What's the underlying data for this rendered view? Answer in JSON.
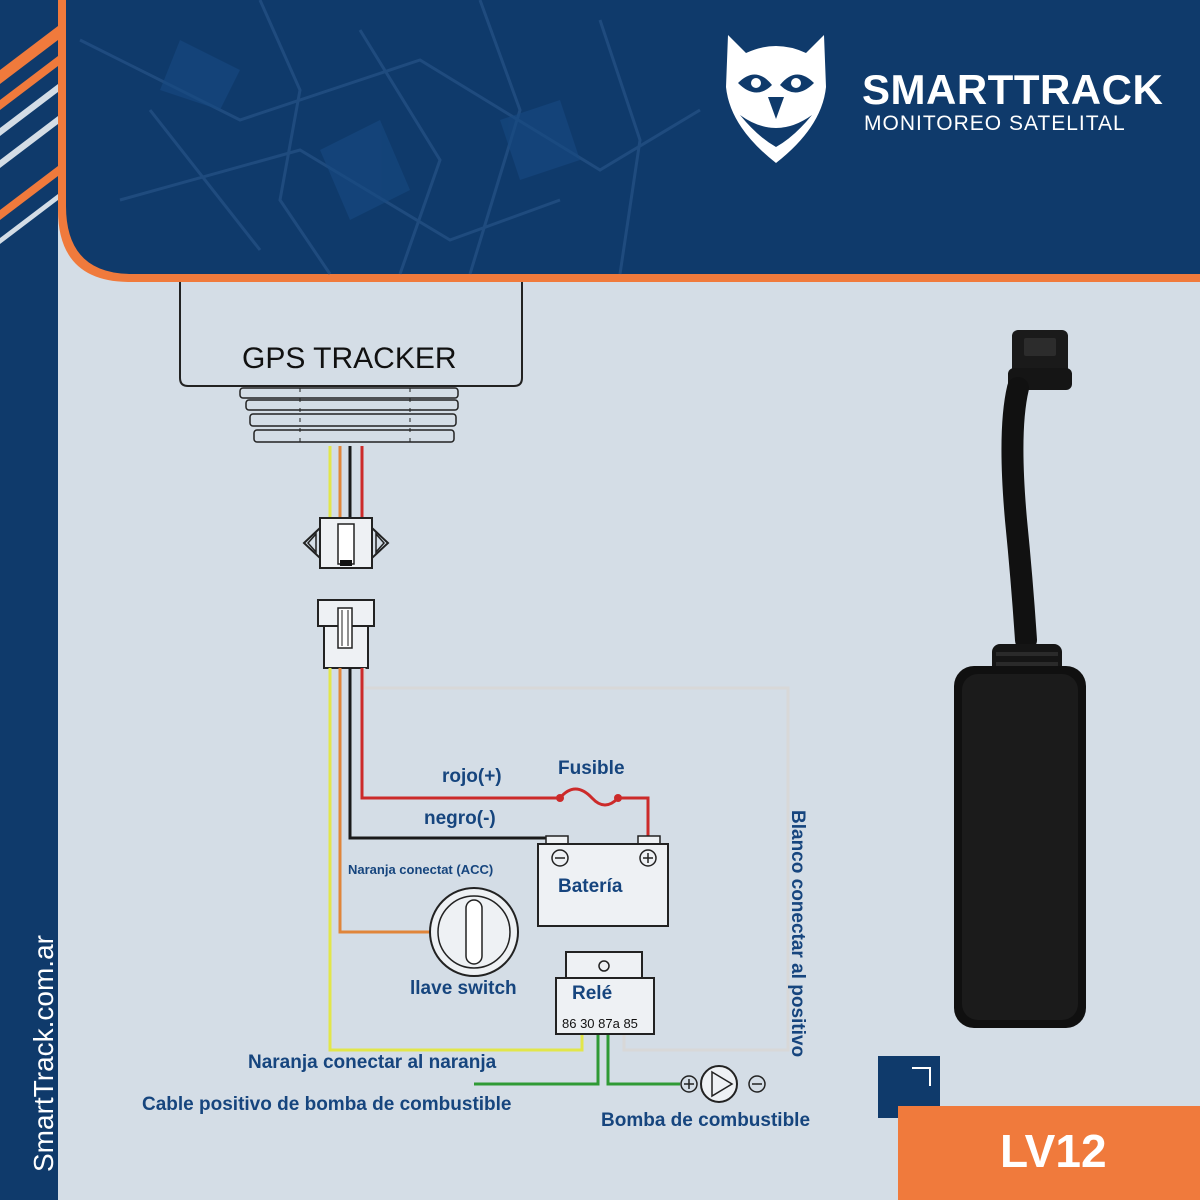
{
  "brand": {
    "name": "SMARTTRACK",
    "tagline": "MONITOREO SATELITAL",
    "website": "SmartTrack.com.ar",
    "model": "LV12"
  },
  "colors": {
    "navy": "#0f3a6b",
    "accent_orange": "#f07a3c",
    "background": "#d4dde6",
    "label_blue": "#16457e",
    "wire_red": "#cc2a2a",
    "wire_black": "#1a1a1a",
    "wire_orange": "#e0853a",
    "wire_yellow": "#e2e64a",
    "wire_green": "#2f9a35",
    "wire_white": "#d8d8d8"
  },
  "diagram": {
    "tracker_label": "GPS TRACKER",
    "labels": {
      "rojo": "rojo(+)",
      "fusible": "Fusible",
      "negro": "negro(-)",
      "naranja_acc": "Naranja conectat (ACC)",
      "bateria": "Batería",
      "llave": "llave switch",
      "rele": "Relé",
      "relay_pins": "86 30 87a 85",
      "naranja_naranja": "Naranja conectar al naranja",
      "cable_bomba": "Cable positivo de bomba de combustible",
      "bomba": "Bomba de combustible",
      "blanco": "Blanco conectar al positivo"
    }
  },
  "icons": [
    "owl-logo-icon",
    "corner-arrow-icon",
    "gps-device-photo"
  ]
}
